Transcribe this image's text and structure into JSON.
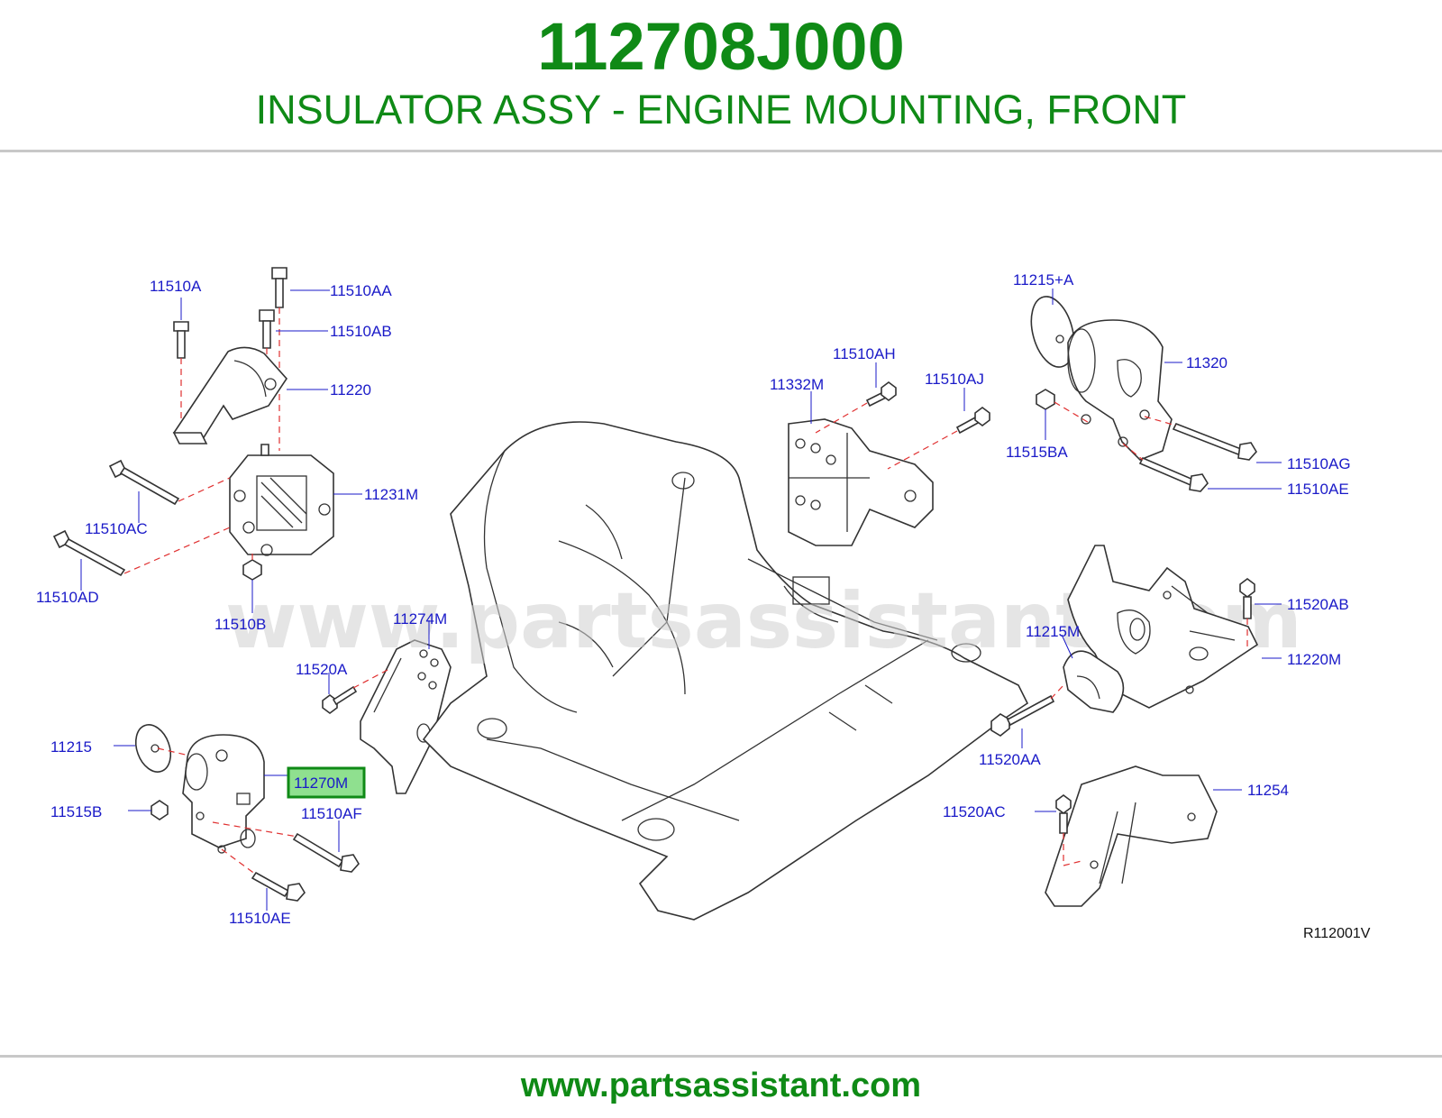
{
  "header": {
    "part_number": "112708J000",
    "part_title": "INSULATOR ASSY - ENGINE MOUNTING, FRONT"
  },
  "diagram": {
    "watermark": "www.partsassistant.com",
    "reference_code": "R112001V",
    "highlighted_callout": "11270M",
    "highlight_color": "#8fe08f",
    "callouts": {
      "c_11510A": "11510A",
      "c_11510AA": "11510AA",
      "c_11510AB": "11510AB",
      "c_11220": "11220",
      "c_11231M": "11231M",
      "c_11510AC": "11510AC",
      "c_11510AD": "11510AD",
      "c_11510B": "11510B",
      "c_11274M": "11274M",
      "c_11520A": "11520A",
      "c_11215": "11215",
      "c_11270M": "11270M",
      "c_11515B": "11515B",
      "c_11510AF": "11510AF",
      "c_11510AE_left": "11510AE",
      "c_11332M": "11332M",
      "c_11510AH": "11510AH",
      "c_11510AJ": "11510AJ",
      "c_11215A": "11215+A",
      "c_11320": "11320",
      "c_11515BA": "11515BA",
      "c_11510AG": "11510AG",
      "c_11510AE_right": "11510AE",
      "c_11520AB": "11520AB",
      "c_11215M": "11215M",
      "c_11220M": "11220M",
      "c_11520AA": "11520AA",
      "c_11254": "11254",
      "c_11520AC": "11520AC"
    }
  },
  "footer": {
    "url": "www.partsassistant.com"
  },
  "colors": {
    "brand_green": "#0f8a16",
    "callout_blue": "#1a1ac8",
    "dashed_red": "#e03030"
  }
}
